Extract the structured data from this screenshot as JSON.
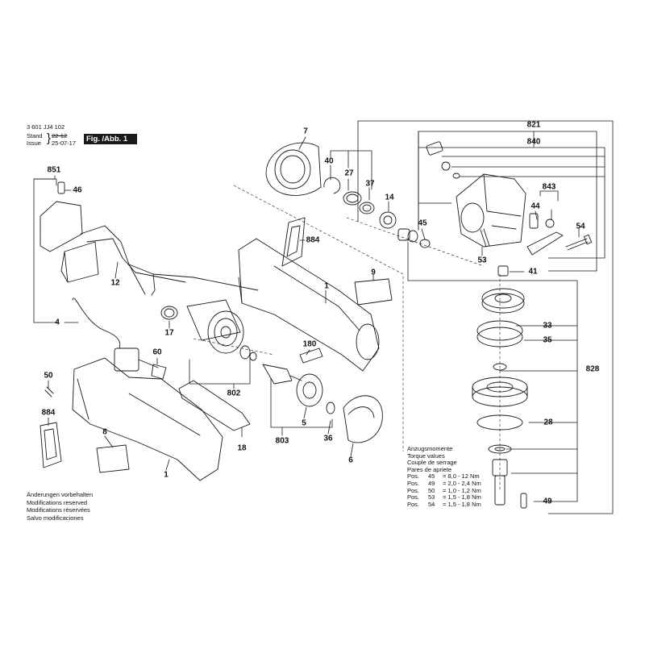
{
  "header": {
    "code": "3 601 JJ4 102",
    "stand_label": "Stand",
    "issue_label": "Issue",
    "stand_value": "22-12",
    "issue_value": "25-07-17",
    "figure_badge": "Fig. /Abb. 1"
  },
  "notes": {
    "modifications": [
      "Änderungen vorbehalten",
      "Modifications reserved",
      "Modifications réservées",
      "Salvo modificaciones"
    ]
  },
  "torque": {
    "headings": [
      "Anzugsmomente",
      "Torque values",
      "Couple de serrage",
      "Pares de apriete"
    ],
    "rows": [
      {
        "pos": "Pos.",
        "num": "45",
        "value": "= 8,0 - 12  Nm"
      },
      {
        "pos": "Pos.",
        "num": "49",
        "value": "= 2,0 - 2,4 Nm"
      },
      {
        "pos": "Pos.",
        "num": "50",
        "value": "= 1,0 - 1,2 Nm"
      },
      {
        "pos": "Pos.",
        "num": "53",
        "value": "= 1,5 - 1,8 Nm"
      },
      {
        "pos": "Pos.",
        "num": "54",
        "value": "= 1,5 - 1,8 Nm"
      }
    ]
  },
  "parts": [
    {
      "id": "p7",
      "text": "7"
    },
    {
      "id": "p40",
      "text": "40"
    },
    {
      "id": "p27",
      "text": "27"
    },
    {
      "id": "p37",
      "text": "37"
    },
    {
      "id": "p14",
      "text": "14"
    },
    {
      "id": "p45",
      "text": "45"
    },
    {
      "id": "p821",
      "text": "821"
    },
    {
      "id": "p840",
      "text": "840"
    },
    {
      "id": "p843",
      "text": "843"
    },
    {
      "id": "p44",
      "text": "44"
    },
    {
      "id": "p54",
      "text": "54"
    },
    {
      "id": "p53",
      "text": "53"
    },
    {
      "id": "p41",
      "text": "41"
    },
    {
      "id": "p851",
      "text": "851"
    },
    {
      "id": "p46",
      "text": "46"
    },
    {
      "id": "p884a",
      "text": "884"
    },
    {
      "id": "p9",
      "text": "9"
    },
    {
      "id": "p1a",
      "text": "1"
    },
    {
      "id": "p12",
      "text": "12"
    },
    {
      "id": "p4",
      "text": "4"
    },
    {
      "id": "p17",
      "text": "17"
    },
    {
      "id": "p60",
      "text": "60"
    },
    {
      "id": "p180",
      "text": "180"
    },
    {
      "id": "p50",
      "text": "50"
    },
    {
      "id": "p802",
      "text": "802"
    },
    {
      "id": "p884b",
      "text": "884"
    },
    {
      "id": "p18",
      "text": "18"
    },
    {
      "id": "p5",
      "text": "5"
    },
    {
      "id": "p803",
      "text": "803"
    },
    {
      "id": "p36",
      "text": "36"
    },
    {
      "id": "p8",
      "text": "8"
    },
    {
      "id": "p1b",
      "text": "1"
    },
    {
      "id": "p6",
      "text": "6"
    },
    {
      "id": "p33",
      "text": "33"
    },
    {
      "id": "p35",
      "text": "35"
    },
    {
      "id": "p828",
      "text": "828"
    },
    {
      "id": "p28",
      "text": "28"
    },
    {
      "id": "p49",
      "text": "49"
    }
  ]
}
